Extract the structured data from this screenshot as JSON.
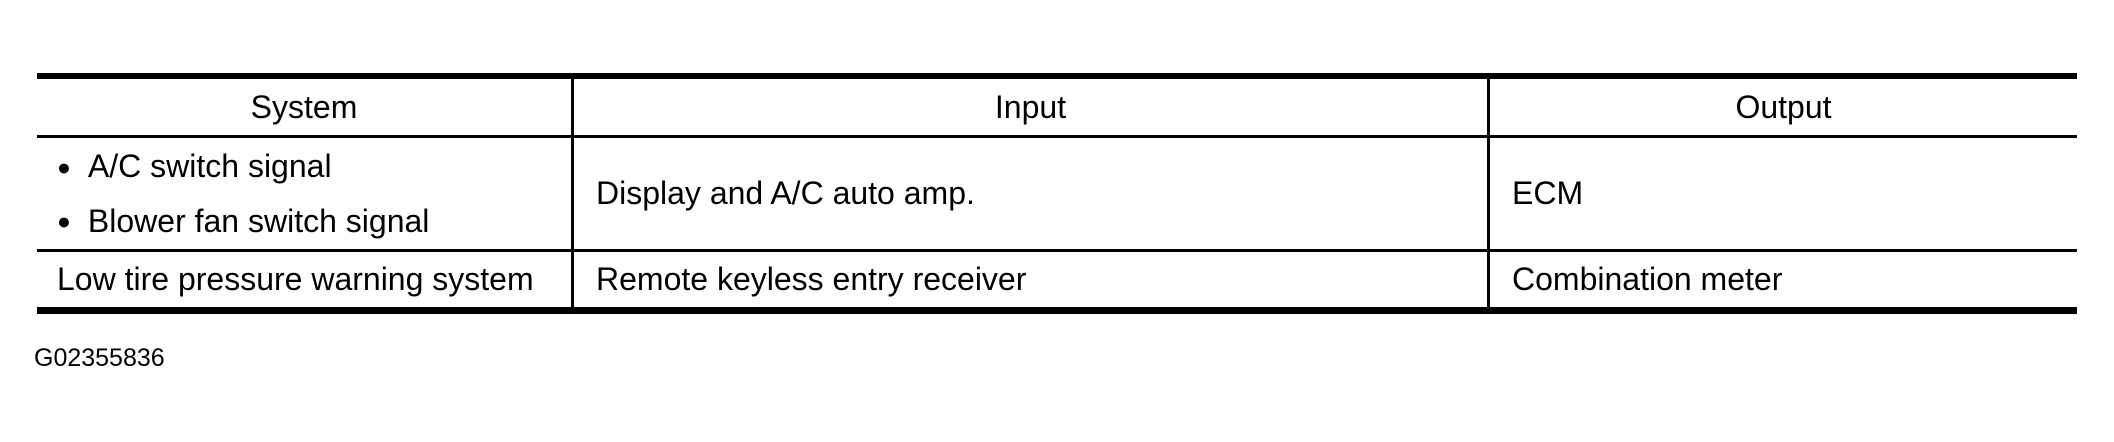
{
  "colors": {
    "background": "#ffffff",
    "line": "#000000",
    "text": "#000000"
  },
  "icons": {
    "bullet": "●"
  },
  "table": {
    "headers": [
      "System",
      "Input",
      "Output"
    ],
    "rows": [
      {
        "system_items": [
          "A/C switch signal",
          "Blower fan switch signal"
        ],
        "input": "Display and A/C auto amp.",
        "output": "ECM"
      },
      {
        "system": "Low tire pressure warning system",
        "input": "Remote keyless entry receiver",
        "output": "Combination meter"
      }
    ]
  },
  "figure_code": "G02355836"
}
